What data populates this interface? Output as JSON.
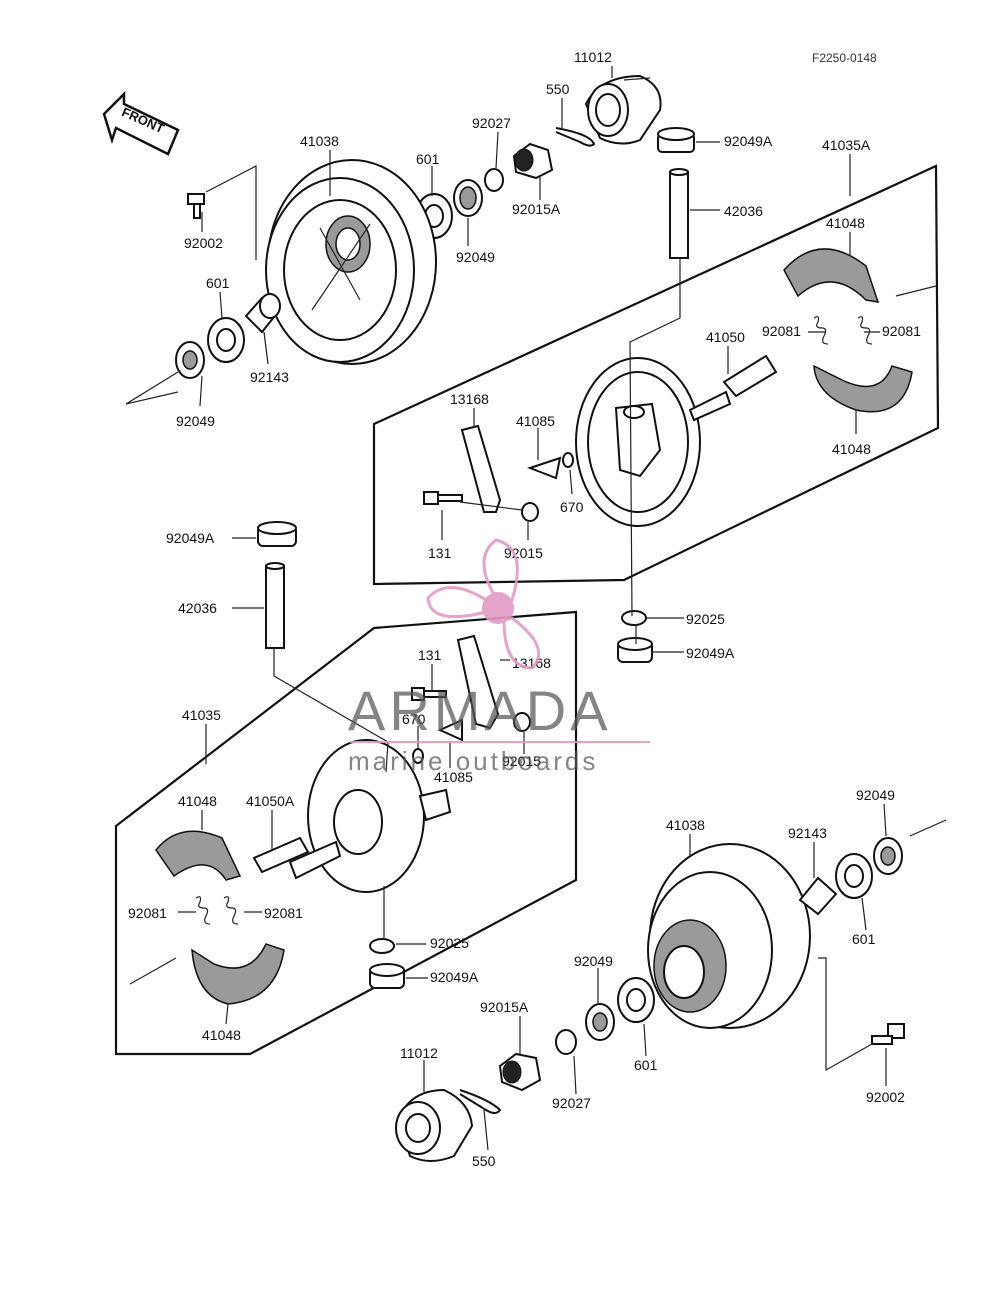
{
  "figure_code": "F2250-0148",
  "front_label": "FRONT",
  "watermark": {
    "brand": "ARMADA",
    "tagline": "marine outboards",
    "brand_color": "#e29ac4",
    "text_color": "#555555"
  },
  "labels": {
    "top": {
      "p11012": "11012",
      "p550": "550",
      "p92027": "92027",
      "p92049A_top": "92049A",
      "p41035A": "41035A",
      "p41038": "41038",
      "p601_a": "601",
      "p92015A": "92015A",
      "p92002": "92002",
      "p92049_a": "92049",
      "p42036": "42036",
      "p41048_a": "41048",
      "p601_b": "601",
      "p92143": "92143",
      "p92049_b": "92049",
      "p41050": "41050",
      "p92081_a": "92081",
      "p92081_b": "92081",
      "p13168": "13168",
      "p41085": "41085",
      "p670": "670",
      "p41048_b": "41048",
      "p131": "131",
      "p92015": "92015",
      "p92025": "92025",
      "p92049A_b": "92049A"
    },
    "bottom": {
      "p92049A": "92049A",
      "p42036": "42036",
      "p131": "131",
      "p13168": "13168",
      "p41035": "41035",
      "p670": "670",
      "p41085": "41085",
      "p92015": "92015",
      "p41048_a": "41048",
      "p41050A": "41050A",
      "p92081_a": "92081",
      "p92081_b": "92081",
      "p92025": "92025",
      "p92049A_b": "92049A",
      "p41048_b": "41048",
      "p41038": "41038",
      "p92143": "92143",
      "p92049_a": "92049",
      "p601_a": "601",
      "p92049_b": "92049",
      "p601_b": "601",
      "p92015A": "92015A",
      "p92027": "92027",
      "p11012": "11012",
      "p550": "550",
      "p92002": "92002"
    }
  }
}
